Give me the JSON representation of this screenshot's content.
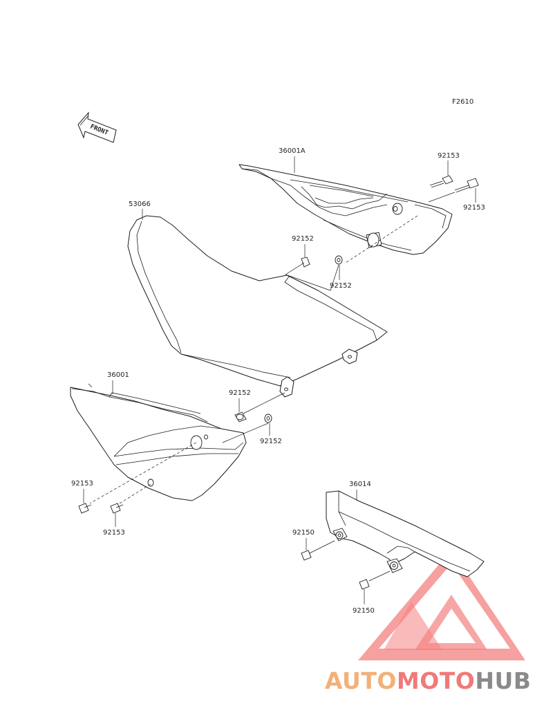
{
  "diagram": {
    "figure_code": "F2610",
    "front_label": "FRONT",
    "parts": {
      "seat": "53066",
      "side_cover_right": "36001A",
      "side_cover_left": "36001",
      "chain_guard": "36014",
      "bolt_upper_1": "92153",
      "bolt_upper_2": "92153",
      "grommet_upper_1": "92152",
      "grommet_upper_2": "92152",
      "grommet_mid_1": "92152",
      "grommet_mid_2": "92152",
      "bolt_left_1": "92153",
      "bolt_left_2": "92153",
      "bolt_guard_1": "92150",
      "bolt_guard_2": "92150"
    }
  },
  "watermark": {
    "part1": "AUTO",
    "part2": "MOTO",
    "part3": "HUB",
    "colors": {
      "auto": "#f2b07a",
      "moto": "#f07a7a",
      "hub": "#8a8a8a",
      "logo": "#f26b6b"
    }
  }
}
